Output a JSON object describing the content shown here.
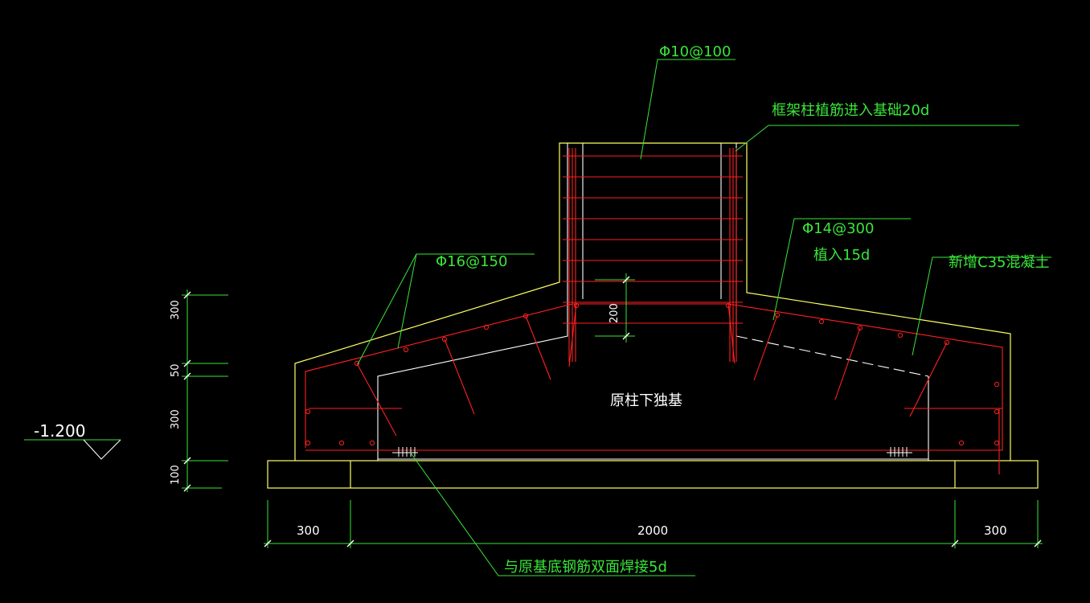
{
  "drawing": {
    "labels": {
      "stirrup": "Φ10@100",
      "column_anchor": "框架柱植筋进入基础20d",
      "top_bars": "Φ16@150",
      "dowel_spec": "Φ14@300",
      "dowel_embed": "植入15d",
      "new_concrete": "新增C35混凝土",
      "existing_footing": "原柱下独基",
      "weld_note": "与原基底钢筋双面焊接5d",
      "elevation": "-1.200",
      "inner_dim": "200"
    },
    "dims_bottom": [
      "300",
      "2000",
      "300"
    ],
    "dims_left": [
      "300",
      "50",
      "300",
      "100"
    ],
    "colors": {
      "background": "#000000",
      "concrete_outline": "#ffff66",
      "rebar": "#ff2020",
      "leader": "#39e639",
      "dimension": "#39e639",
      "existing": "#ffffff"
    }
  }
}
